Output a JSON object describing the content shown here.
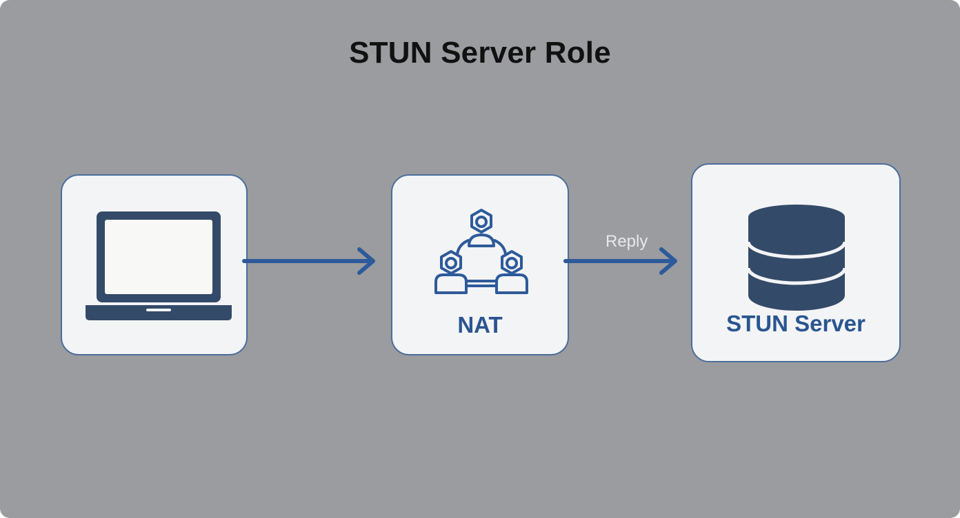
{
  "title": "STUN Server Role",
  "nodes": {
    "client": {
      "icon": "laptop-icon"
    },
    "nat": {
      "label": "NAT",
      "icon": "network-nodes-icon"
    },
    "stun": {
      "label": "STUN Server",
      "icon": "database-icon"
    }
  },
  "edges": {
    "client_to_nat": {
      "label": ""
    },
    "nat_to_stun": {
      "label": "Reply"
    }
  },
  "colors": {
    "background": "#9b9c9f",
    "node_fill": "#f3f4f6",
    "node_border": "#4a6d9c",
    "arrow": "#2d5a9a",
    "icon_dark": "#344a69",
    "label": "#2a5590"
  }
}
